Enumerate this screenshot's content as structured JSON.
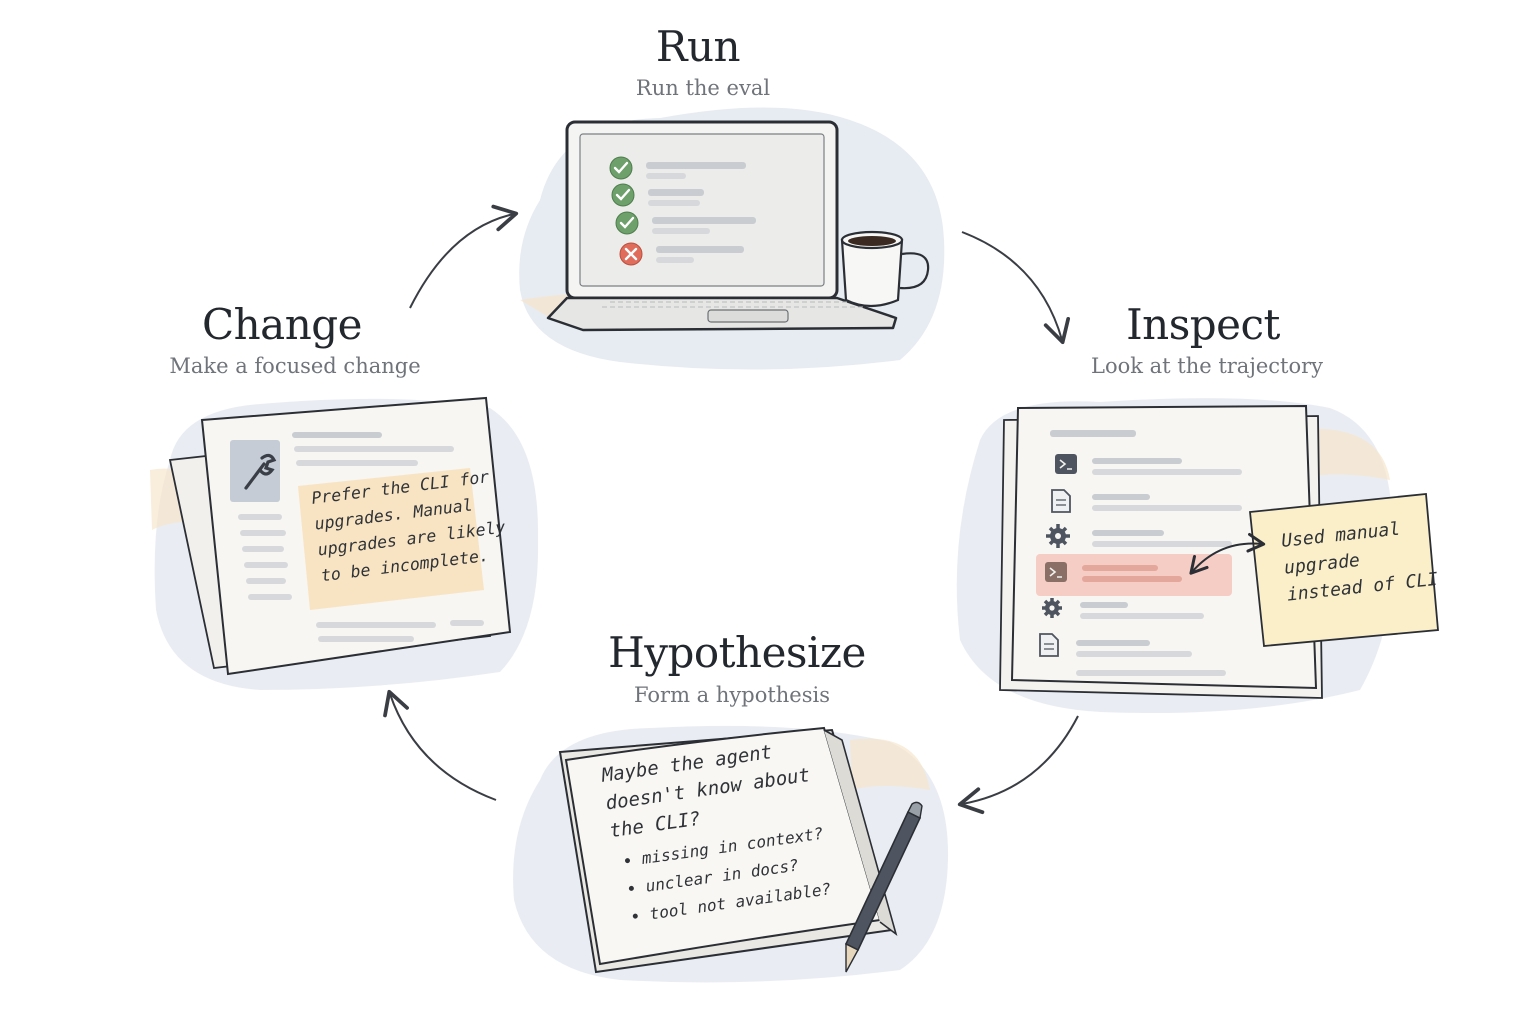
{
  "steps": {
    "run": {
      "title": "Run",
      "subtitle": "Run the eval"
    },
    "inspect": {
      "title": "Inspect",
      "subtitle": "Look at the trajectory"
    },
    "hypothesize": {
      "title": "Hypothesize",
      "subtitle": "Form a hypothesis"
    },
    "change": {
      "title": "Change",
      "subtitle": "Make a focused change"
    }
  },
  "notes": {
    "change_lines": [
      "Prefer the CLI for",
      "upgrades. Manual",
      "upgrades are likely",
      "to be incomplete."
    ],
    "inspect_lines": [
      "Used manual",
      "upgrade",
      "instead of CLI"
    ],
    "hypothesis_lines": [
      "Maybe the agent",
      "doesn't know about",
      "the CLI?"
    ],
    "hypothesis_bullets": [
      "missing in context?",
      "unclear in docs?",
      "tool not available?"
    ]
  },
  "icons": {
    "run_results": [
      "check-icon",
      "check-icon",
      "check-icon",
      "cross-icon"
    ],
    "trajectory": [
      "terminal-icon",
      "document-icon",
      "gear-icon",
      "terminal-icon",
      "gear-icon",
      "document-icon"
    ],
    "change": "wrench-icon"
  },
  "colors": {
    "pass": "#6da06a",
    "fail": "#e06d5c",
    "highlight": "#f5c9c0",
    "note_yellow": "#fbefc9",
    "ink": "#2b2f35"
  }
}
